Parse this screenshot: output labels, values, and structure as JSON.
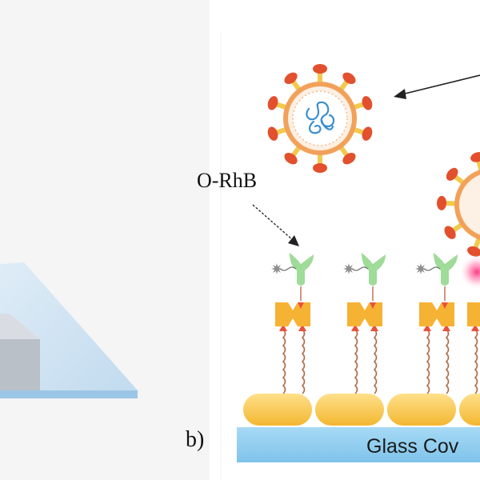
{
  "labels": {
    "o_rhb": "O-RhB",
    "panel_b": "b)",
    "glass": "Glass Cov"
  },
  "colors": {
    "virus_ring": "#f2a15a",
    "virus_inner": "#fbe3cf",
    "virus_spike_base": "#f2c94c",
    "virus_spike_head": "#e2502e",
    "rna": "#3a8fd0",
    "antibody": "#8fd68b",
    "linker_block": "#f6b233",
    "triangle": "#e8513a",
    "tether": "#b06a4a",
    "protein_blob": "#f6c94a",
    "glass": "#8fcdef",
    "left_panel_bg": "#f4f4f4",
    "slide_top": "#cfe4f3",
    "slide_edge": "#9cc6e6",
    "fluor_glow": "#ff2f7a"
  },
  "icons": [
    "virus-icon",
    "antibody-icon",
    "linker-icon",
    "tether-icon",
    "protein-icon",
    "fluorophore-icon"
  ]
}
